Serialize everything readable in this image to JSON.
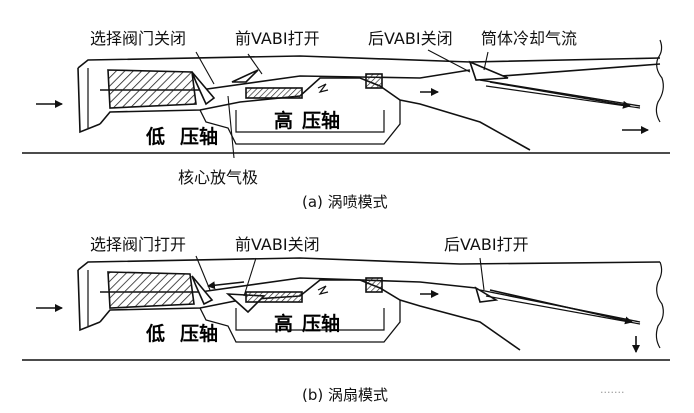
{
  "panel_a": {
    "labels": {
      "selector_valve_closed": "选择阀门关闭",
      "front_vabi_open": "前VABI打开",
      "rear_vabi_closed": "后VABI关闭",
      "barrel_cooling_flow": "筒体冷却气流",
      "core_bleed_stage": "核心放气极",
      "low_char": "低",
      "low_spool": "压轴",
      "high_char": "高",
      "high_spool": "压轴"
    },
    "caption": "(a) 涡喷模式"
  },
  "panel_b": {
    "labels": {
      "selector_valve_open": "选择阀门打开",
      "front_vabi_closed": "前VABI关闭",
      "rear_vabi_open": "后VABI打开",
      "low_char": "低",
      "low_spool": "压轴",
      "high_char": "高",
      "high_spool": "压轴"
    },
    "caption": "(b) 涡扇模式"
  },
  "watermark": "·······"
}
